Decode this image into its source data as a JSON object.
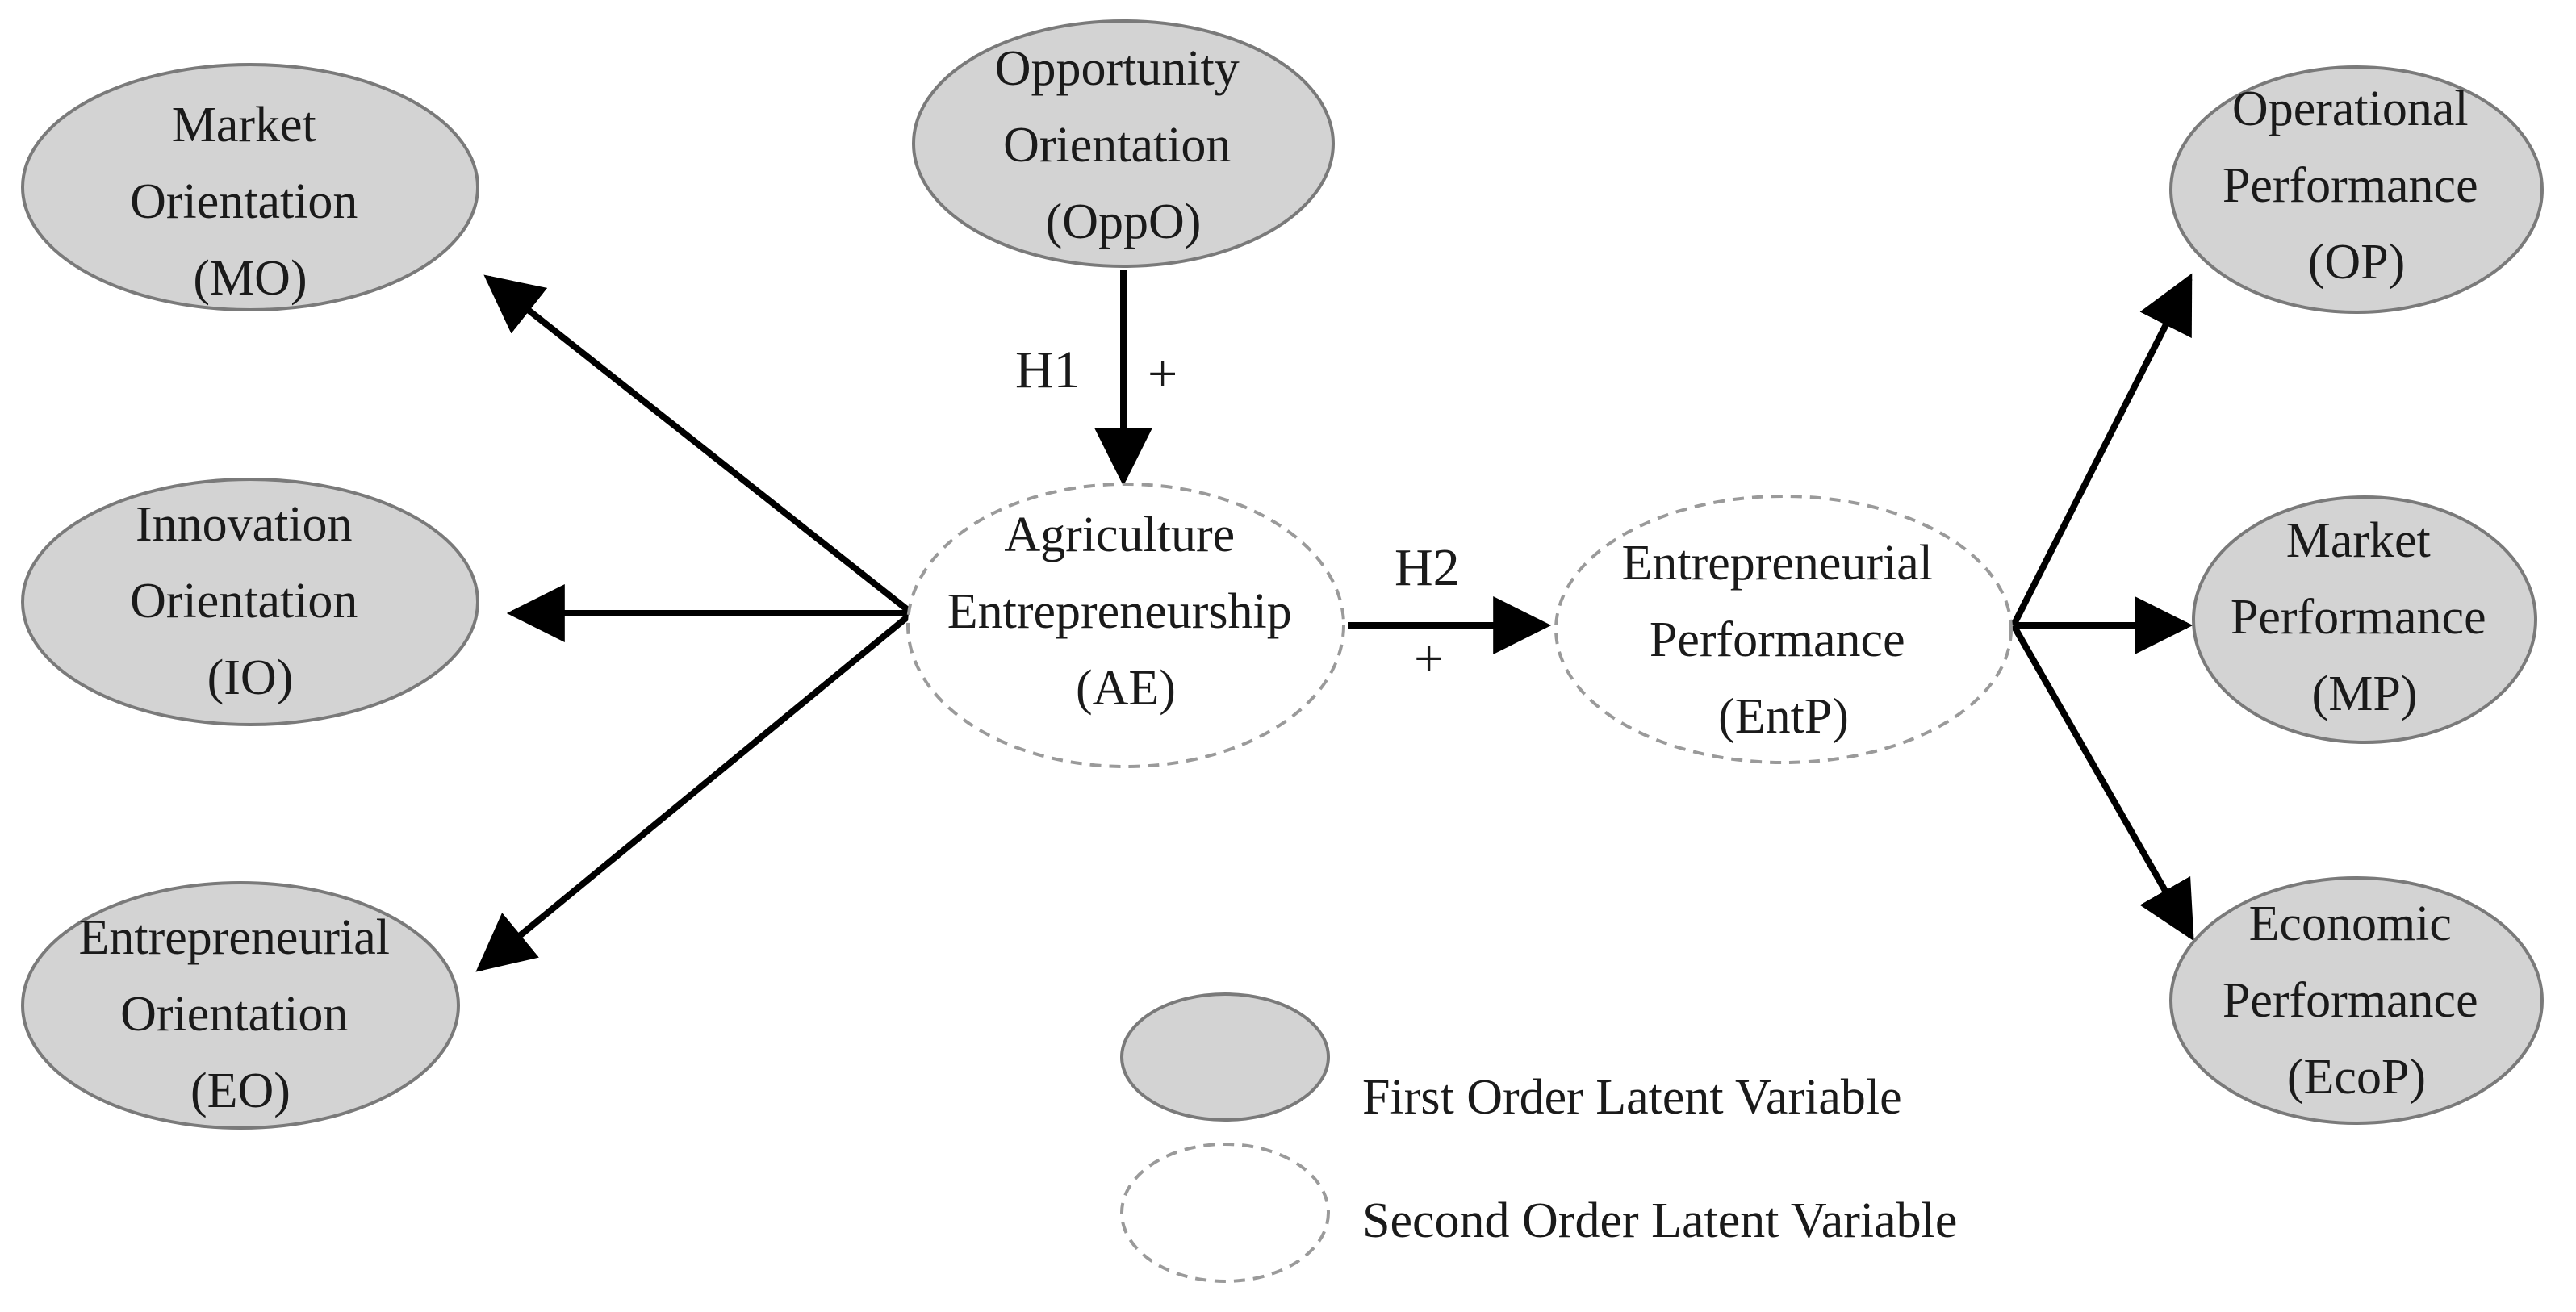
{
  "nodes": {
    "mo": {
      "lines": [
        "Market",
        "Orientation",
        "(MO)"
      ]
    },
    "io": {
      "lines": [
        "Innovation",
        "Orientation",
        "(IO)"
      ]
    },
    "eo": {
      "lines": [
        "Entrepreneurial",
        "Orientation",
        "(EO)"
      ]
    },
    "oppo": {
      "lines": [
        "Opportunity",
        "Orientation",
        "(OppO)"
      ]
    },
    "ae": {
      "lines": [
        "Agriculture",
        "Entrepreneurship",
        "(AE)"
      ]
    },
    "entp": {
      "lines": [
        "Entrepreneurial",
        "Performance",
        "(EntP)"
      ]
    },
    "op": {
      "lines": [
        "Operational",
        "Performance",
        "(OP)"
      ]
    },
    "mp": {
      "lines": [
        "Market",
        "Performance",
        "(MP)"
      ]
    },
    "ecop": {
      "lines": [
        "Economic",
        "Performance",
        "(EcoP)"
      ]
    }
  },
  "hypotheses": {
    "h1": {
      "label": "H1",
      "sign": "+"
    },
    "h2": {
      "label": "H2",
      "sign": "+"
    }
  },
  "legend": {
    "first_order": "First Order Latent Variable",
    "second_order": "Second Order Latent Variable"
  },
  "colors": {
    "first_order_fill": "#d3d3d3",
    "first_order_stroke": "#7a7a7a",
    "second_order_stroke": "#9a9a9a",
    "arrow": "#000000"
  }
}
